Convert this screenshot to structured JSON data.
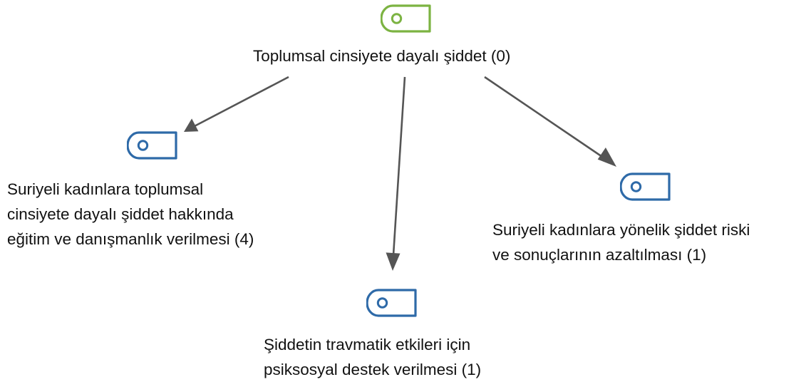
{
  "colors": {
    "root_icon": "#7cb342",
    "child_icon": "#2e6aa8",
    "arrow": "#555555",
    "text": "#111111"
  },
  "nodes": {
    "root": {
      "icon": "tag-icon",
      "label_lines": [
        "Toplumsal cinsiyete dayalı şiddet (0)"
      ]
    },
    "left": {
      "icon": "tag-icon",
      "label_lines": [
        "Suriyeli kadınlara toplumsal",
        "cinsiyete dayalı şiddet hakkında",
        "eğitim ve danışmanlık verilmesi (4)"
      ]
    },
    "bottom": {
      "icon": "tag-icon",
      "label_lines": [
        "Şiddetin travmatik etkileri için",
        "psiksosyal destek verilmesi (1)"
      ]
    },
    "right": {
      "icon": "tag-icon",
      "label_lines": [
        "Suriyeli kadınlara yönelik şiddet riski",
        "ve sonuçlarının azaltılması (1)"
      ]
    }
  }
}
